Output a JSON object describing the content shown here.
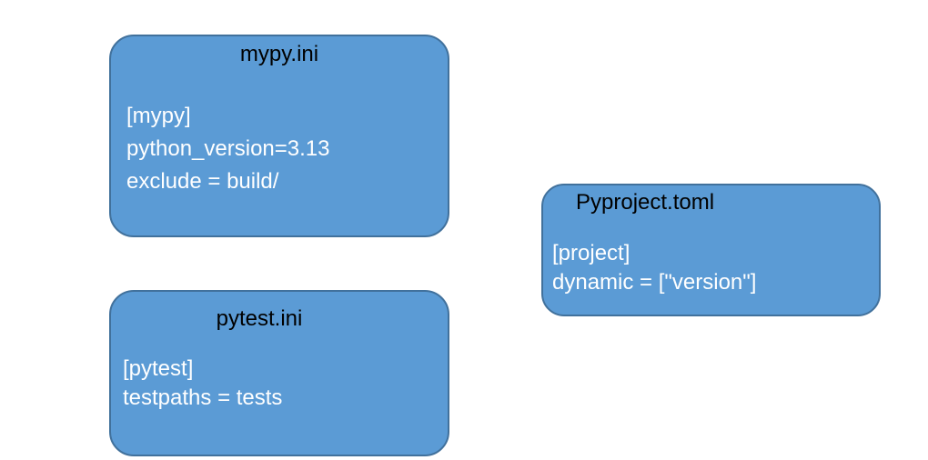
{
  "style": {
    "box_fill": "#5B9BD5",
    "box_border": "#41719C",
    "title_color": "#000000",
    "body_color": "#ffffff",
    "canvas_bg": "#ffffff"
  },
  "boxes": [
    {
      "id": "mypy-ini",
      "title": "mypy.ini",
      "lines": [
        "[mypy]",
        "python_version=3.13",
        "exclude = build/"
      ]
    },
    {
      "id": "pytest-ini",
      "title": "pytest.ini",
      "lines": [
        "[pytest]",
        "testpaths = tests"
      ]
    },
    {
      "id": "pyproject-toml",
      "title": "Pyproject.toml",
      "lines": [
        "[project]",
        "dynamic = [\"version\"]"
      ]
    }
  ]
}
